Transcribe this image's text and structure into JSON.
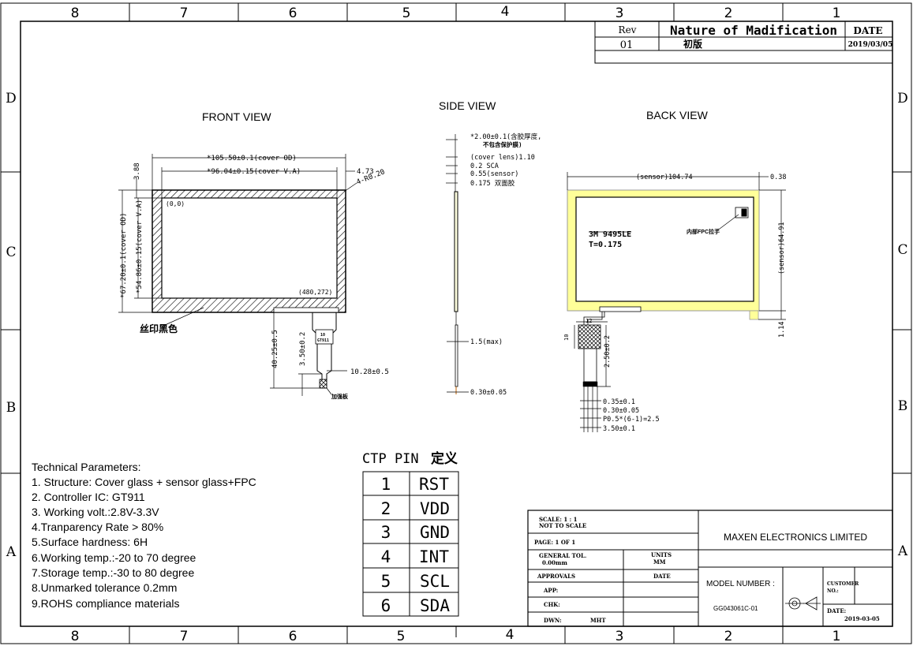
{
  "border": {
    "columns": [
      "8",
      "7",
      "6",
      "5",
      "4",
      "3",
      "2",
      "1"
    ],
    "rows": [
      "D",
      "C",
      "B",
      "A"
    ]
  },
  "revision_table": {
    "headers": [
      "Rev",
      "Nature of Madification",
      "DATE"
    ],
    "row": {
      "rev": "01",
      "nature": "初版",
      "date": "2019/03/05"
    }
  },
  "views": {
    "front": "FRONT VIEW",
    "side": "SIDE VIEW",
    "back": "BACK VIEW"
  },
  "front_dims": {
    "outer_width": "*105.50±0.1(cover OD)",
    "va_width": "*96.04±0.15(cover V.A)",
    "right_offset": "4.73",
    "radius": "4-R0.20",
    "top_offset": "3.88",
    "outer_height": "*67.20±0.1(cover OD)",
    "va_height": "*54.86±0.15(cover V.A)",
    "origin": "(0,0)",
    "end": "(480,272)",
    "silk_label": "丝印黑色",
    "fpc_length": "40.25±0.5",
    "fpc_tail": "3.50±0.2",
    "fpc_width": "10.28±0.5",
    "chip_line1": "10",
    "chip_line2": "GT911",
    "tail_label": "加强板"
  },
  "side_dims": {
    "l1a": "*2.00±0.1(含胶厚度,",
    "l1b": "不包含保护膜)",
    "l2": "(cover lens)1.10",
    "l3": "0.2 SCA",
    "l4": "0.55(sensor)",
    "l5": "0.175 双面胶",
    "l6": "1.5(max)",
    "l7": "0.30±0.05"
  },
  "back_dims": {
    "sensor_width": "(sensor)104.74",
    "right_offset": "0.38",
    "tape_label": "3M 9495LE",
    "tape_thick": "T=0.175",
    "connector_note": "内部FPC拉手",
    "sensor_height": "(sensor)64.91",
    "bottom_offset": "1.14",
    "small_12": "12",
    "small_10": "10",
    "fpc_tail": "2.50±0.2",
    "pin_a": "0.35±0.1",
    "pin_b": "0.30±0.05",
    "pin_c": "P0.5*(6-1)=2.5",
    "pin_d": "3.50±0.1"
  },
  "technical": {
    "title": "Technical Parameters:",
    "items": [
      "1. Structure: Cover glass + sensor glass+FPC",
      "2. Controller IC: GT911",
      "3. Working volt.:2.8V-3.3V",
      "4.Tranparency Rate > 80%",
      "5.Surface hardness: 6H",
      "6.Working temp.:-20 to 70 degree",
      "7.Storage temp.:-30 to 80 degree",
      "8.Unmarked tolerance 0.2mm",
      "9.ROHS compliance materials"
    ]
  },
  "pin_table": {
    "title_latin": "CTP PIN",
    "title_cjk": "定义",
    "rows": [
      {
        "no": "1",
        "name": "RST"
      },
      {
        "no": "2",
        "name": "VDD"
      },
      {
        "no": "3",
        "name": "GND"
      },
      {
        "no": "4",
        "name": "INT"
      },
      {
        "no": "5",
        "name": "SCL"
      },
      {
        "no": "6",
        "name": "SDA"
      }
    ]
  },
  "title_block": {
    "scale1": "SCALE: 1 : 1",
    "scale2": "NOT TO SCALE",
    "page": "PAGE: 1 OF 1",
    "gen_tol1": "GENERAL TOL.",
    "gen_tol2": "0.00mm",
    "units1": "UNITS",
    "units2": "MM",
    "approvals": "APPROVALS",
    "date_h": "DATE",
    "app": "APP:",
    "chk": "CHK:",
    "dwn": "DWN:",
    "dwn_name": "MHT",
    "company": "MAXEN ELECTRONICS LIMITED",
    "model_label": "MODEL NUMBER :",
    "model": "GG043061C-01",
    "cust1": "CUSTOMER",
    "cust2": "NO.:",
    "date_label": "DATE:",
    "date_val": "2019-03-05"
  }
}
